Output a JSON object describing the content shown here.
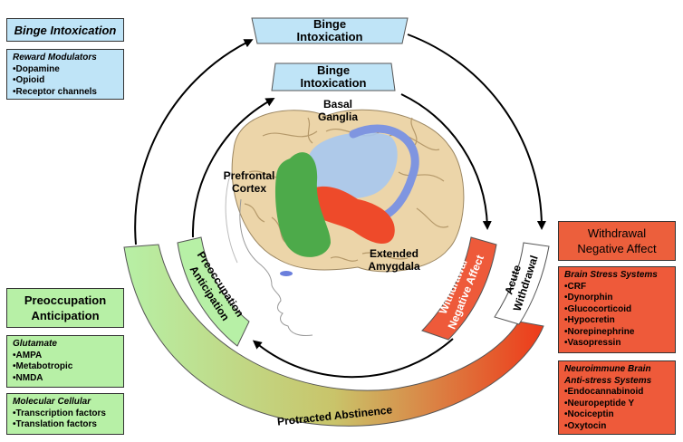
{
  "outer_ring": {
    "binge": [
      "Binge",
      "Intoxication"
    ],
    "acute": [
      "Acute",
      "Withdrawal"
    ],
    "protracted": "Protracted Abstinence"
  },
  "inner_ring": {
    "binge": [
      "Binge",
      "Intoxication"
    ],
    "withdrawal": [
      "Withdrawal",
      "Negative Affect"
    ],
    "preoccupation": [
      "Preoccupation",
      "Anticipation"
    ]
  },
  "brain_labels": {
    "basal_ganglia": [
      "Basal",
      "Ganglia"
    ],
    "prefrontal_cortex": [
      "Prefrontal",
      "Cortex"
    ],
    "extended_amygdala": [
      "Extended",
      "Amygdala"
    ]
  },
  "left_top": {
    "title": "Binge Intoxication",
    "reward_header": "Reward Modulators",
    "reward_items": [
      "Dopamine",
      "Opioid",
      "Receptor channels"
    ]
  },
  "left_bottom": {
    "title": [
      "Preoccupation",
      "Anticipation"
    ],
    "glutamate_header": "Glutamate",
    "glutamate_items": [
      "AMPA",
      "Metabotropic",
      "NMDA"
    ],
    "molecular_header": "Molecular Cellular",
    "molecular_items": [
      "Transcription factors",
      "Translation factors"
    ]
  },
  "right": {
    "title": [
      "Withdrawal",
      "Negative Affect"
    ],
    "stress_header": "Brain Stress Systems",
    "stress_items": [
      "CRF",
      "Dynorphin",
      "Glucocorticoid",
      "Hypocretin",
      "Norepinephrine",
      "Vasopressin"
    ],
    "neuro_header": [
      "Neuroimmune Brain",
      "Anti-stress Systems"
    ],
    "neuro_items": [
      "Endocannabinoid",
      "Neuropeptide Y",
      "Nociceptin",
      "Oxytocin"
    ]
  },
  "colors": {
    "binge": "#bfe4f7",
    "preoccupation": "#b7f0a6",
    "withdrawal": "#ee5a3a"
  }
}
